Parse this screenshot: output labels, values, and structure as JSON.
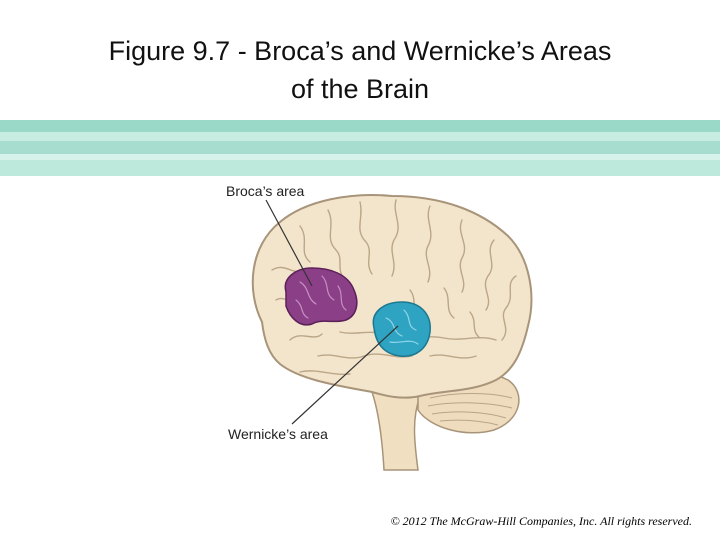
{
  "slide": {
    "title_line1": "Figure 9.7 - Broca’s and Wernicke’s Areas",
    "title_line2": "of the Brain",
    "labels": {
      "broca": "Broca’s area",
      "wernicke": "Wernicke’s area"
    },
    "copyright": "© 2012 The McGraw-Hill Companies, Inc. All rights reserved."
  },
  "colors": {
    "brain": "#f3e5cc",
    "brain_outline": "#a89479",
    "broca": "#8a3f86",
    "wernicke": "#2fa3c2",
    "stripe": "#9ad8c8"
  }
}
